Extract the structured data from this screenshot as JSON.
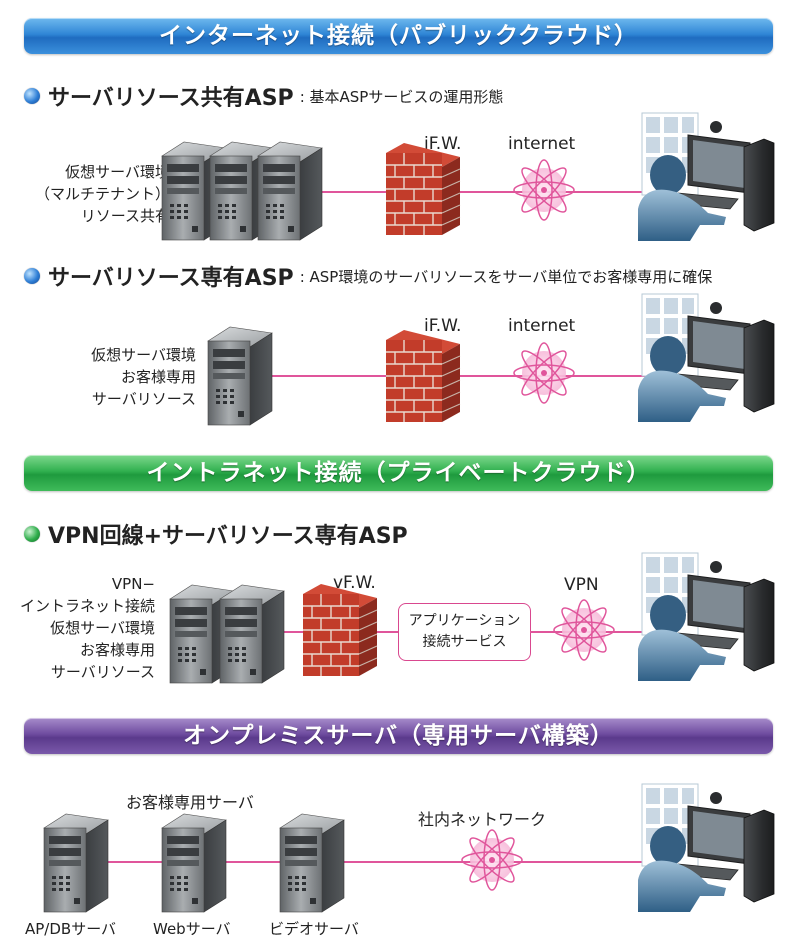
{
  "banners": {
    "internet": "インターネット接続（パブリッククラウド）",
    "intranet": "イントラネット接続（プライベートクラウド）",
    "onpremise": "オンプレミスサーバ（専用サーバ構築）"
  },
  "shared": {
    "title": "サーバリソース共有ASP",
    "subtitle": ": 基本ASPサービスの運用形態",
    "desc": [
      "仮想サーバ環境",
      "（マルチテナント）",
      "リソース共有"
    ],
    "firewall_label": "iF.W.",
    "network_label": "internet"
  },
  "dedicated": {
    "title": "サーバリソース専有ASP",
    "subtitle": ": ASP環境のサーバリソースをサーバ単位でお客様専用に確保",
    "desc": [
      "仮想サーバ環境",
      "お客様専用",
      "サーバリソース"
    ],
    "firewall_label": "iF.W.",
    "network_label": "internet"
  },
  "vpn": {
    "title": "VPN回線+サーバリソース専有ASP",
    "desc": [
      "VPN−",
      "イントラネット接続",
      "仮想サーバ環境",
      "お客様専用",
      "サーバリソース"
    ],
    "firewall_label": "vF.W.",
    "app_box": [
      "アプリケーション",
      "接続サービス"
    ],
    "network_label": "VPN"
  },
  "onprem": {
    "group_label": "お客様専用サーバ",
    "network_label": "社内ネットワーク",
    "servers": [
      "AP/DBサーバ",
      "Webサーバ",
      "ビデオサーバ"
    ]
  },
  "colors": {
    "connector": "#e0559b",
    "banner_blue": "#2f86d6",
    "banner_green": "#31b04f",
    "banner_purple": "#6e4b9f"
  },
  "icons": [
    "server-icon",
    "firewall-brick-icon",
    "network-star-icon",
    "user-workstation-icon"
  ]
}
